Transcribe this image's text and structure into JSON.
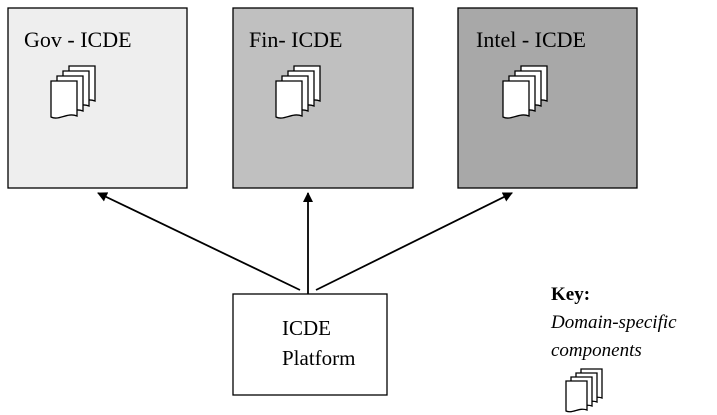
{
  "domains": [
    {
      "id": "gov",
      "title": "Gov - ICDE",
      "fill": "#eeeeee"
    },
    {
      "id": "fin",
      "title": "Fin- ICDE",
      "fill": "#c0c0c0"
    },
    {
      "id": "intel",
      "title": "Intel - ICDE",
      "fill": "#a8a8a8"
    }
  ],
  "platform": {
    "line1": "ICDE",
    "line2": "Platform"
  },
  "key": {
    "title": "Key:",
    "line1": "Domain-specific",
    "line2": "components",
    "icon": "document-stack-icon"
  },
  "colors": {
    "stroke": "#000000",
    "background": "#ffffff"
  }
}
